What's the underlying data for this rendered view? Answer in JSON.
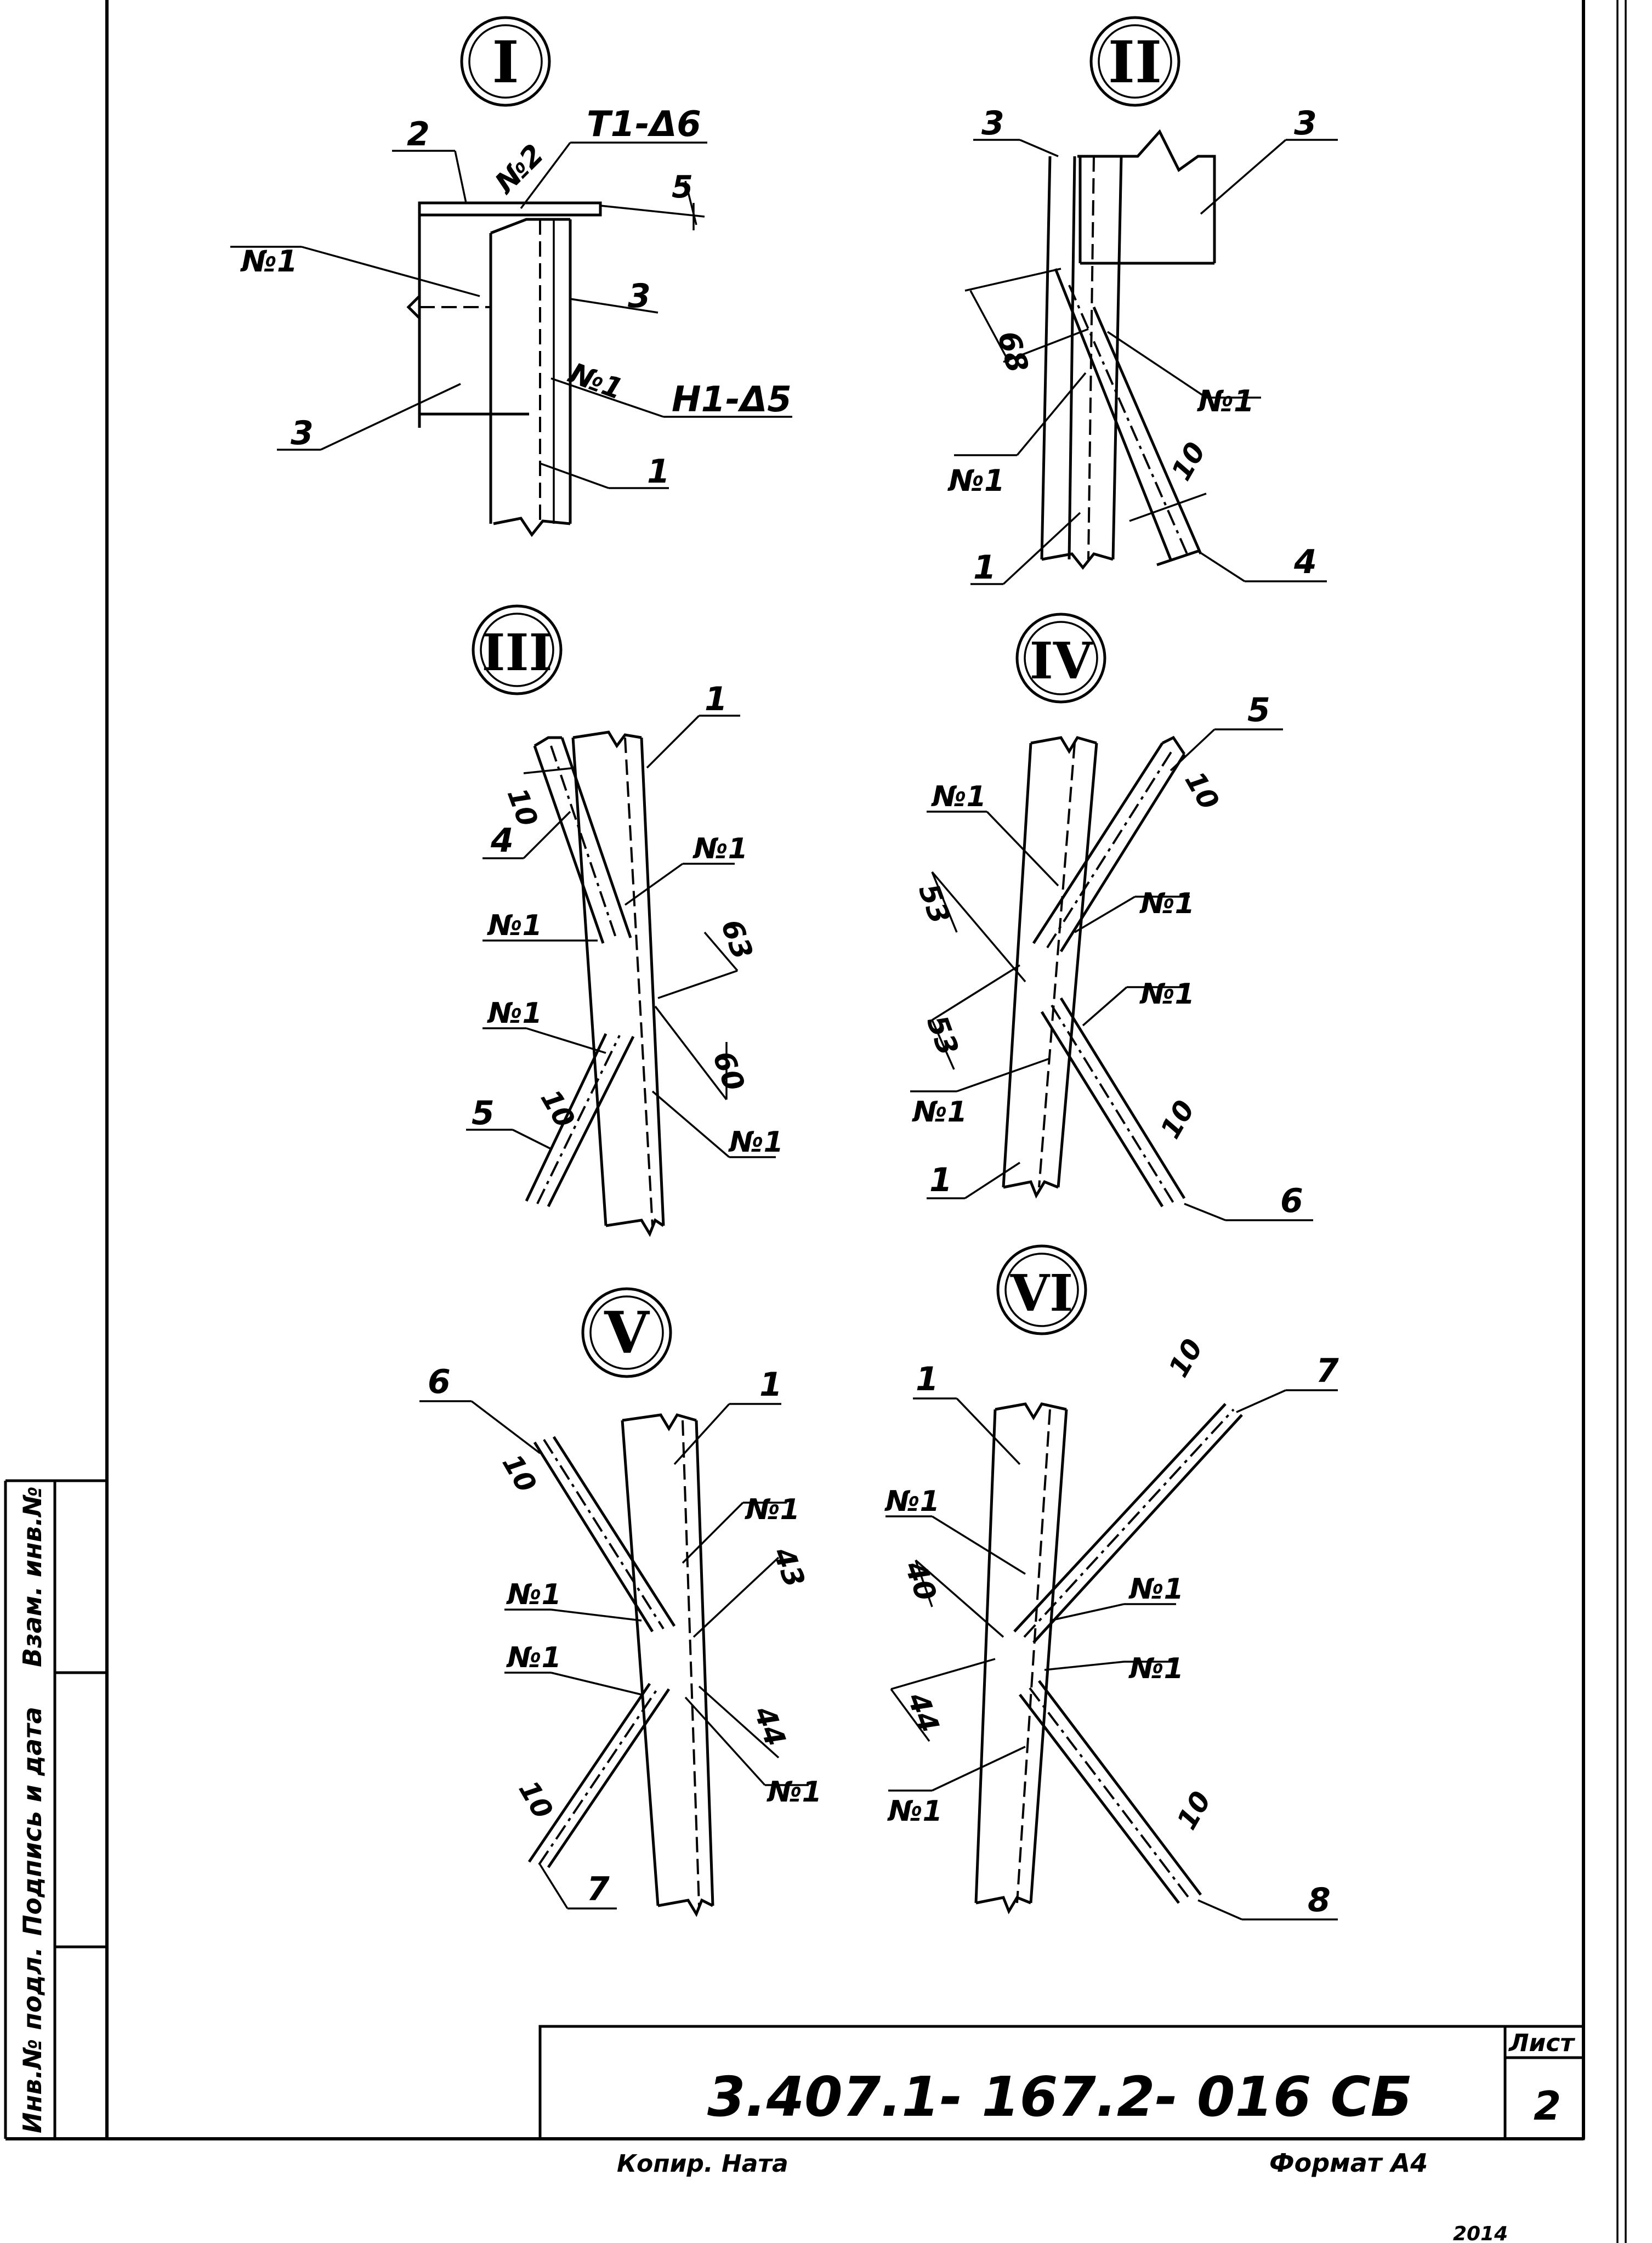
{
  "details": [
    {
      "id": "I",
      "roman": "I",
      "labels": {
        "dim1": "5",
        "weld_top": "T1-Δ6",
        "weld_bottom": "H1-Δ5",
        "seam_top": "№2",
        "seam_left": "№1",
        "seam_right": "№1",
        "part_top": "2",
        "part_right": "3",
        "part_left": "3",
        "part_bottom": "1"
      }
    },
    {
      "id": "II",
      "roman": "II",
      "labels": {
        "part_tl": "3",
        "part_tr": "3",
        "dim_len": "68",
        "seam_r": "№1",
        "seam_l": "№1",
        "dim_w": "10",
        "part_bl": "1",
        "part_br": "4"
      }
    },
    {
      "id": "III",
      "roman": "III",
      "labels": {
        "dim_w_top": "10",
        "part_top": "1",
        "part_left": "4",
        "seam_tr": "№1",
        "seam_tl": "№1",
        "dim_63": "63",
        "dim_60": "60",
        "seam_ml": "№1",
        "dim_w_bot": "10",
        "part_bottom": "5",
        "seam_br": "№1"
      }
    },
    {
      "id": "IV",
      "roman": "IV",
      "labels": {
        "part_top": "5",
        "dim_w_top": "10",
        "seam_tl": "№1",
        "dim_53a": "53",
        "seam_tr": "№1",
        "seam_mr": "№1",
        "dim_53b": "53",
        "seam_ml": "№1",
        "dim_w_bot": "10",
        "part_bl": "1",
        "part_br": "6"
      }
    },
    {
      "id": "V",
      "roman": "V",
      "labels": {
        "part_tl": "6",
        "part_tr": "1",
        "dim_w_top": "10",
        "seam_tr": "№1",
        "dim_43": "43",
        "seam_ml": "№1",
        "seam_ml2": "№1",
        "dim_44": "44",
        "seam_br": "№1",
        "dim_w_bot": "10",
        "part_bottom": "7"
      }
    },
    {
      "id": "VI",
      "roman": "VI",
      "labels": {
        "part_tl": "1",
        "part_tr": "7",
        "dim_w_top": "10",
        "seam_tl": "№1",
        "dim_40": "40",
        "seam_mr": "№1",
        "seam_mr2": "№1",
        "dim_44": "44",
        "seam_bl": "№1",
        "dim_w_bot": "10",
        "part_br": "8"
      }
    }
  ],
  "title_block": {
    "doc_number": "3.407.1- 167.2- 016 СБ",
    "sheet_label": "Лист",
    "sheet_number": "2"
  },
  "side_stamp": {
    "col1": "Инв.№ подл.",
    "col2": "Подпись и дата",
    "col3": "Взам. инв.№"
  },
  "footer": {
    "copied": "Копир. Ната",
    "format": "Формат А4",
    "corner": "2014"
  }
}
